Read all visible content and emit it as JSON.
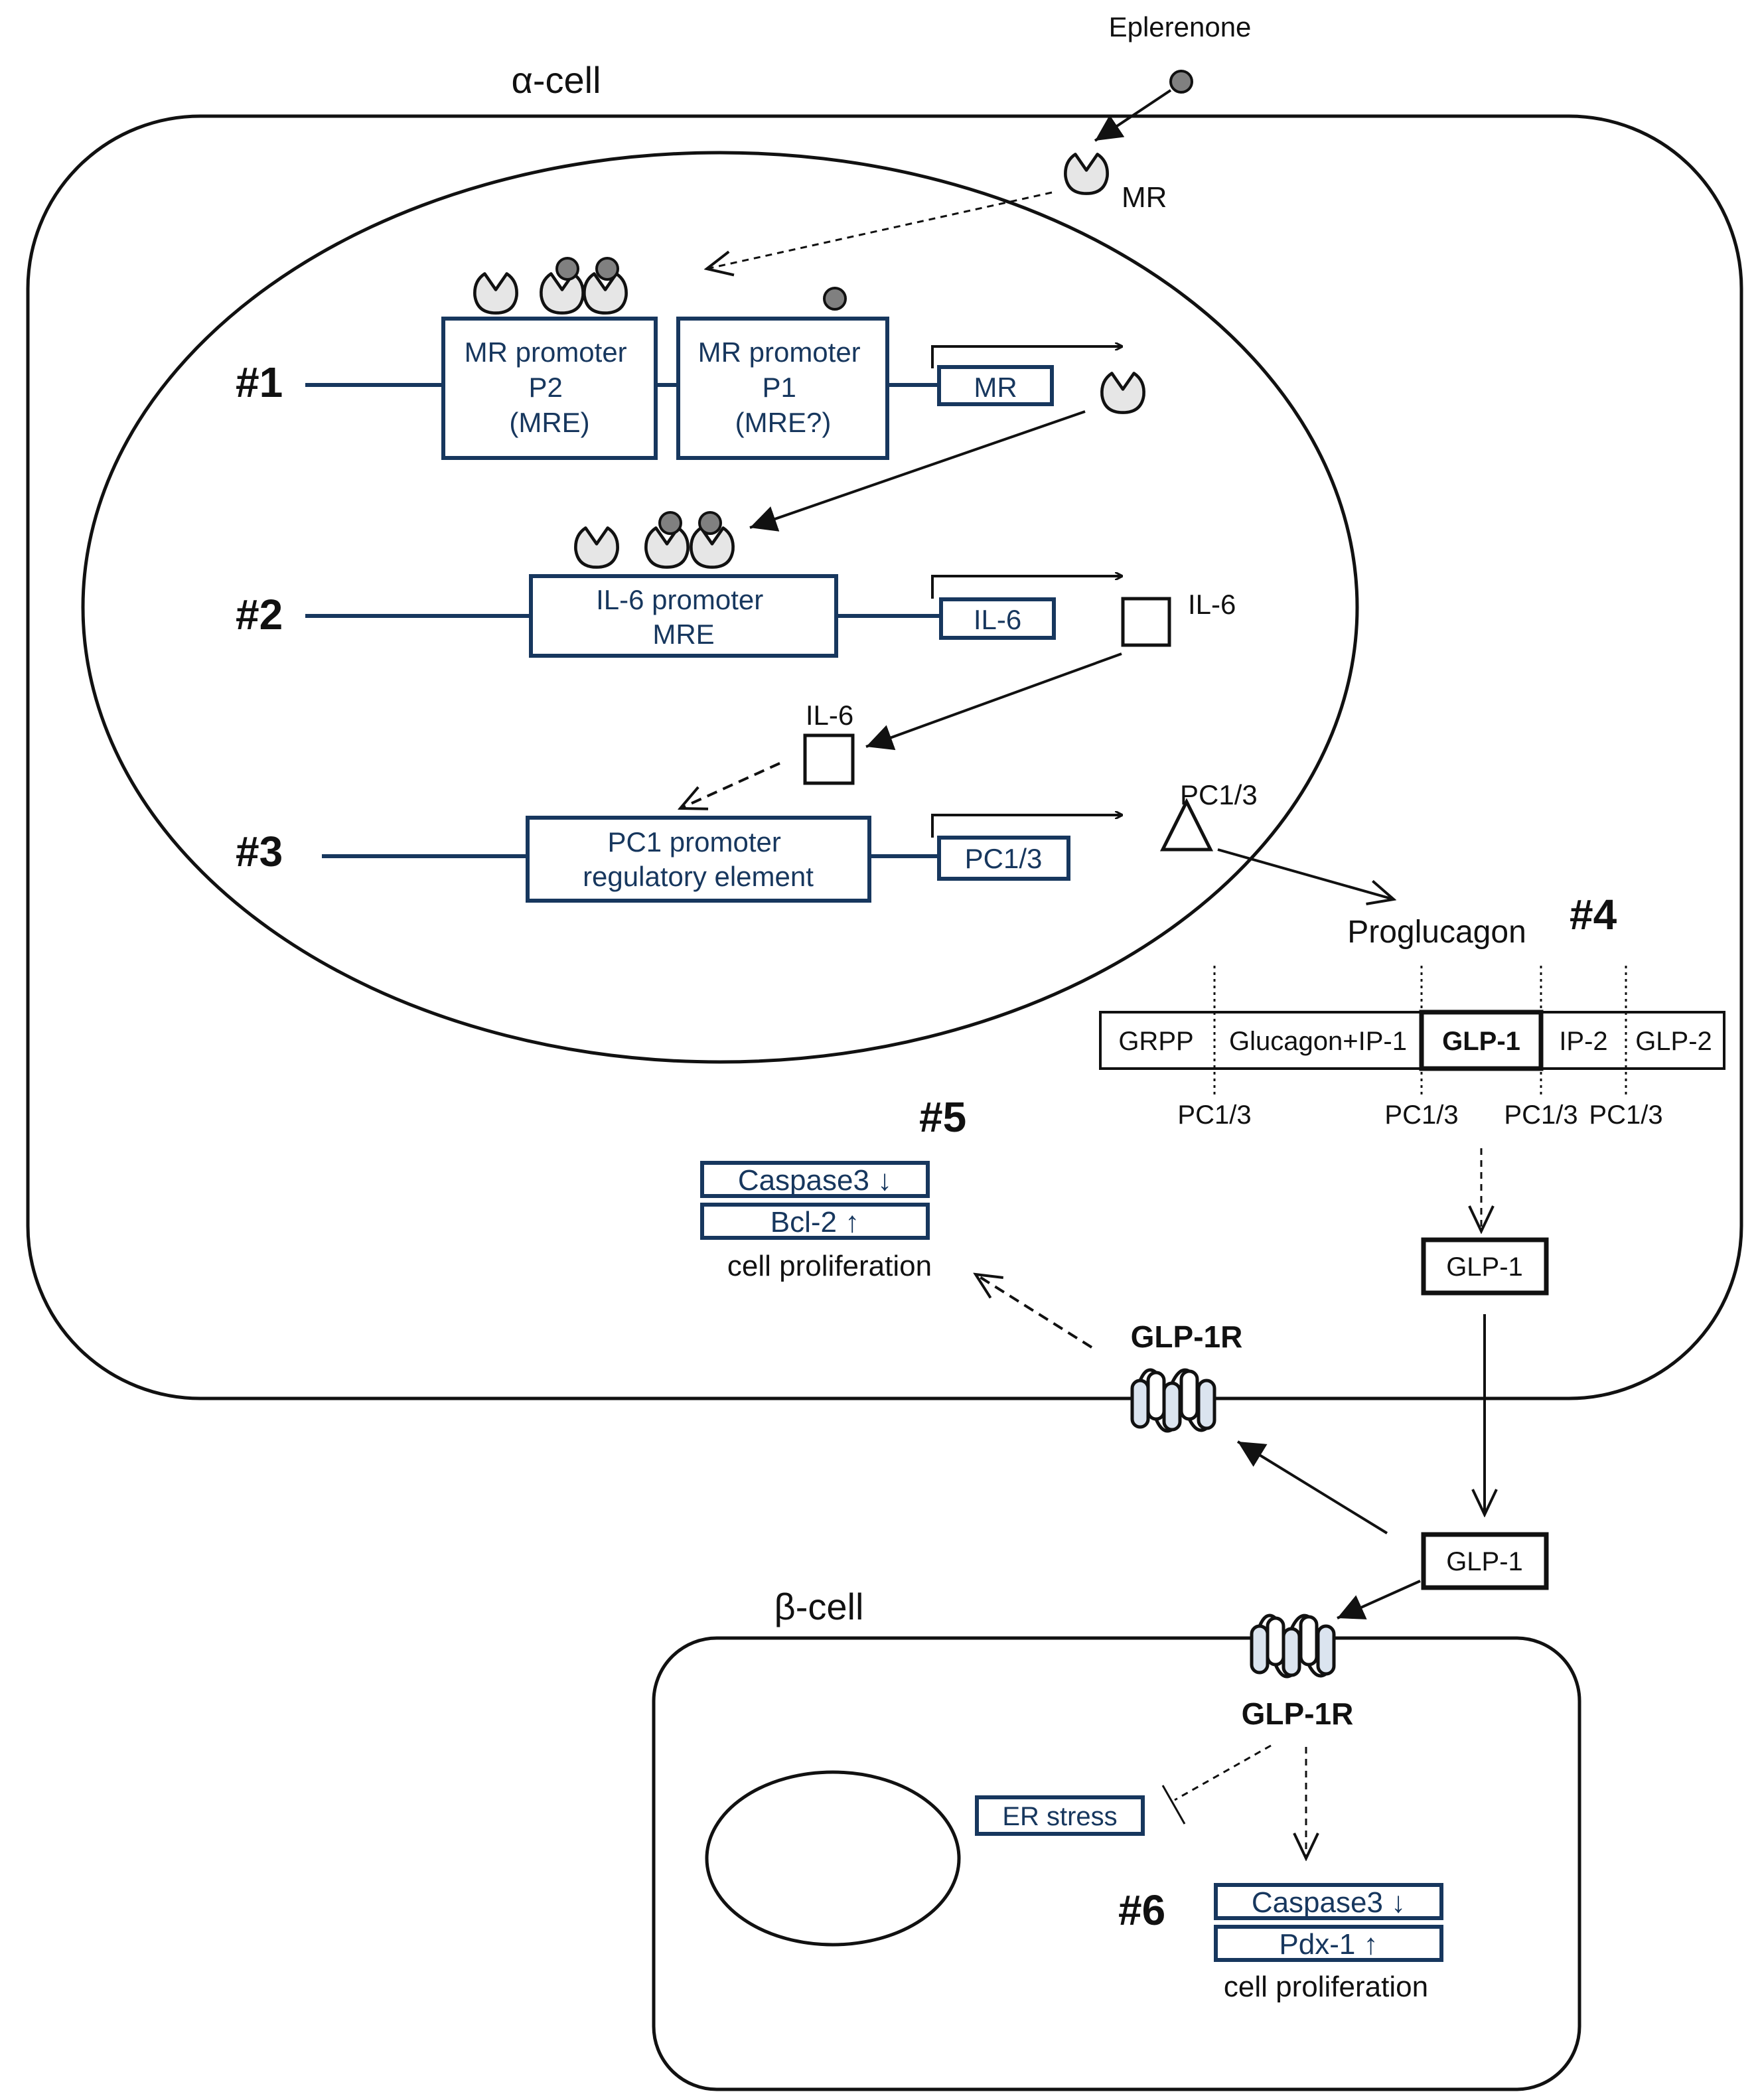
{
  "labels": {
    "eplerenone": "Eplerenone",
    "alpha_cell": "α-cell",
    "beta_cell": "β-cell",
    "mr_cyto": "MR",
    "step1": "#1",
    "step2": "#2",
    "step3": "#3",
    "step4": "#4",
    "step5": "#5",
    "step6": "#6",
    "il6_product": "IL-6",
    "il6_signal": "IL-6",
    "pc13_product": "PC1/3",
    "proglucagon": "Proglucagon",
    "glp1_inside": "GLP-1",
    "glp1_outside": "GLP-1",
    "glp1r_alpha": "GLP-1R",
    "glp1r_beta": "GLP-1R"
  },
  "promoters": {
    "mr_p2": [
      "MR promoter",
      "P2",
      "(MRE)"
    ],
    "mr_p1": [
      "MR promoter",
      "P1",
      "(MRE?)"
    ],
    "il6": [
      "IL-6 promoter",
      "MRE"
    ],
    "pc1": [
      "PC1 promoter",
      "regulatory element"
    ]
  },
  "genes": {
    "mr": "MR",
    "il6": "IL-6",
    "pc13": "PC1/3"
  },
  "proglucagon_segments": [
    "GRPP",
    "Glucagon+IP-1",
    "GLP-1",
    "IP-2",
    "GLP-2"
  ],
  "cleavage_sites": [
    "PC1/3",
    "PC1/3",
    "PC1/3",
    "PC1/3"
  ],
  "alpha_effects": {
    "caspase": "Caspase3 ↓",
    "bcl2": "Bcl-2 ↑",
    "proliferation": "cell proliferation"
  },
  "beta_effects": {
    "er_stress": "ER stress",
    "caspase": "Caspase3 ↓",
    "pdx1": "Pdx-1 ↑",
    "proliferation": "cell proliferation"
  },
  "colors": {
    "navy": "#17375e",
    "receptor_fill": "#e6e6e6",
    "ligand_fill": "#808080",
    "gpcr_fill": "#dbe4ef"
  },
  "icons": [
    "mineralocorticoid-receptor-icon",
    "eplerenone-ligand-icon",
    "il6-square-icon",
    "pc13-triangle-icon",
    "gpcr-receptor-icon"
  ]
}
